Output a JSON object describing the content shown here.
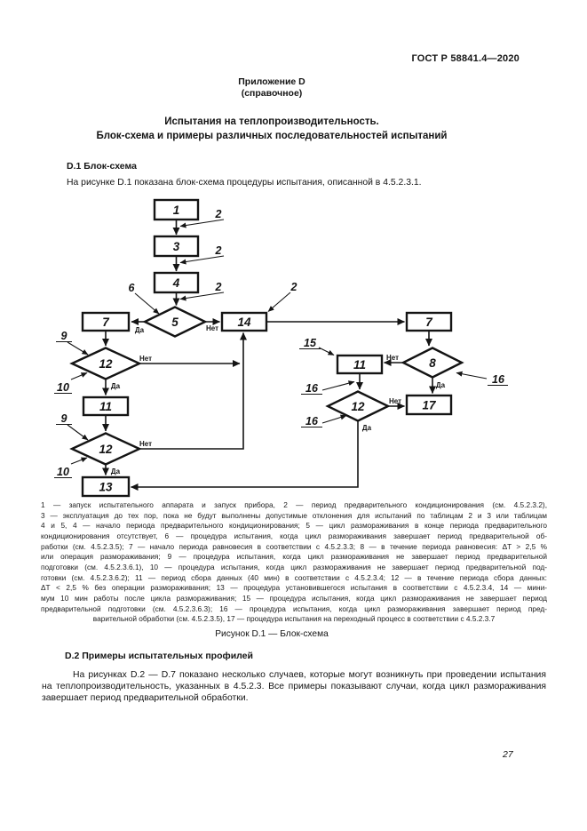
{
  "page": {
    "doc_number": "ГОСТ Р 58841.4—2020",
    "page_number": "27"
  },
  "appendix": {
    "line1": "Приложение D",
    "line2": "(справочное)"
  },
  "title": {
    "line1": "Испытания на теплопроизводительность.",
    "line2": "Блок-схема и примеры различных последовательностей испытаний"
  },
  "section_d1": {
    "heading": "D.1 Блок-схема",
    "paragraph": "На рисунке D.1 показана блок-схема процедуры испытания, описанной в 4.5.2.3.1."
  },
  "flowchart": {
    "boxes": {
      "b1": "1",
      "b3": "3",
      "b4": "4",
      "b7l": "7",
      "b14": "14",
      "b7r": "7",
      "b11l": "11",
      "b13": "13",
      "b11r": "11",
      "b17": "17"
    },
    "diamonds": {
      "d5": "5",
      "d12a": "12",
      "d12b": "12",
      "d8": "8",
      "d12c": "12"
    },
    "edge_labels": {
      "yes": "Да",
      "no": "Нет"
    },
    "callouts": {
      "c2": "2",
      "c6": "6",
      "c9": "9",
      "c10": "10",
      "c15": "15",
      "c16": "16"
    }
  },
  "legend": {
    "lines": [
      "1 — запуск испытательного аппарата и запуск прибора, 2 — период предварительного кондиционирования (см. 4.5.2.3.2),",
      "3 — эксплуатация до тех пор, пока не будут выполнены допустимые отклонения для испытаний по таблицам 2 и 3 или таблицам",
      "4 и 5, 4 — начало периода предварительного кондиционирования; 5 — цикл размораживания в конце периода предварительного",
      "кондиционирования отсутствует, 6 — процедура испытания, когда цикл размораживания завершает период предварительной об-",
      "работки (см. 4.5.2.3.5); 7 — начало периода равновесия в соответствии с 4.5.2.3.3; 8 — в течение периода равновесия: ΔT > 2,5 %",
      "или операция размораживания; 9 — процедура испытания, когда цикл размораживания не завершает период предварительной",
      "подготовки (см. 4.5.2.3.6.1), 10 — процедура испытания, когда цикл размораживания не завершает период предварительной под-",
      "готовки (см. 4.5.2.3.6.2); 11 — период сбора данных (40 мин) в соответствии с 4.5.2.3.4; 12 — в течение периода сбора данных:",
      "ΔT < 2,5 % без операции размораживания; 13 — процедура установившегося испытания в соответствии с 4.5.2.3.4, 14 — мини-",
      "мум 10 мин работы после цикла размораживания; 15 — процедура испытания, когда цикл размораживания не завершает период",
      "предварительной подготовки (см. 4.5.2.3.6.3); 16 — процедура испытания, когда цикл размораживания завершает период пред-",
      "варительной обработки (см. 4.5.2.3.5), 17 — процедура испытания на переходный процесс в соответствии с 4.5.2.3.7"
    ]
  },
  "figure": {
    "caption": "Рисунок D.1 — Блок-схема"
  },
  "section_d2": {
    "heading": "D.2 Примеры испытательных профилей",
    "paragraph_lines": [
      "На рисунках D.2 — D.7 показано несколько случаев, которые могут возникнуть при проведении испытания",
      "на теплопроизводительность, указанных в 4.5.2.3. Все примеры показывают случаи, когда цикл размораживания",
      "завершает период предварительной обработки."
    ]
  }
}
